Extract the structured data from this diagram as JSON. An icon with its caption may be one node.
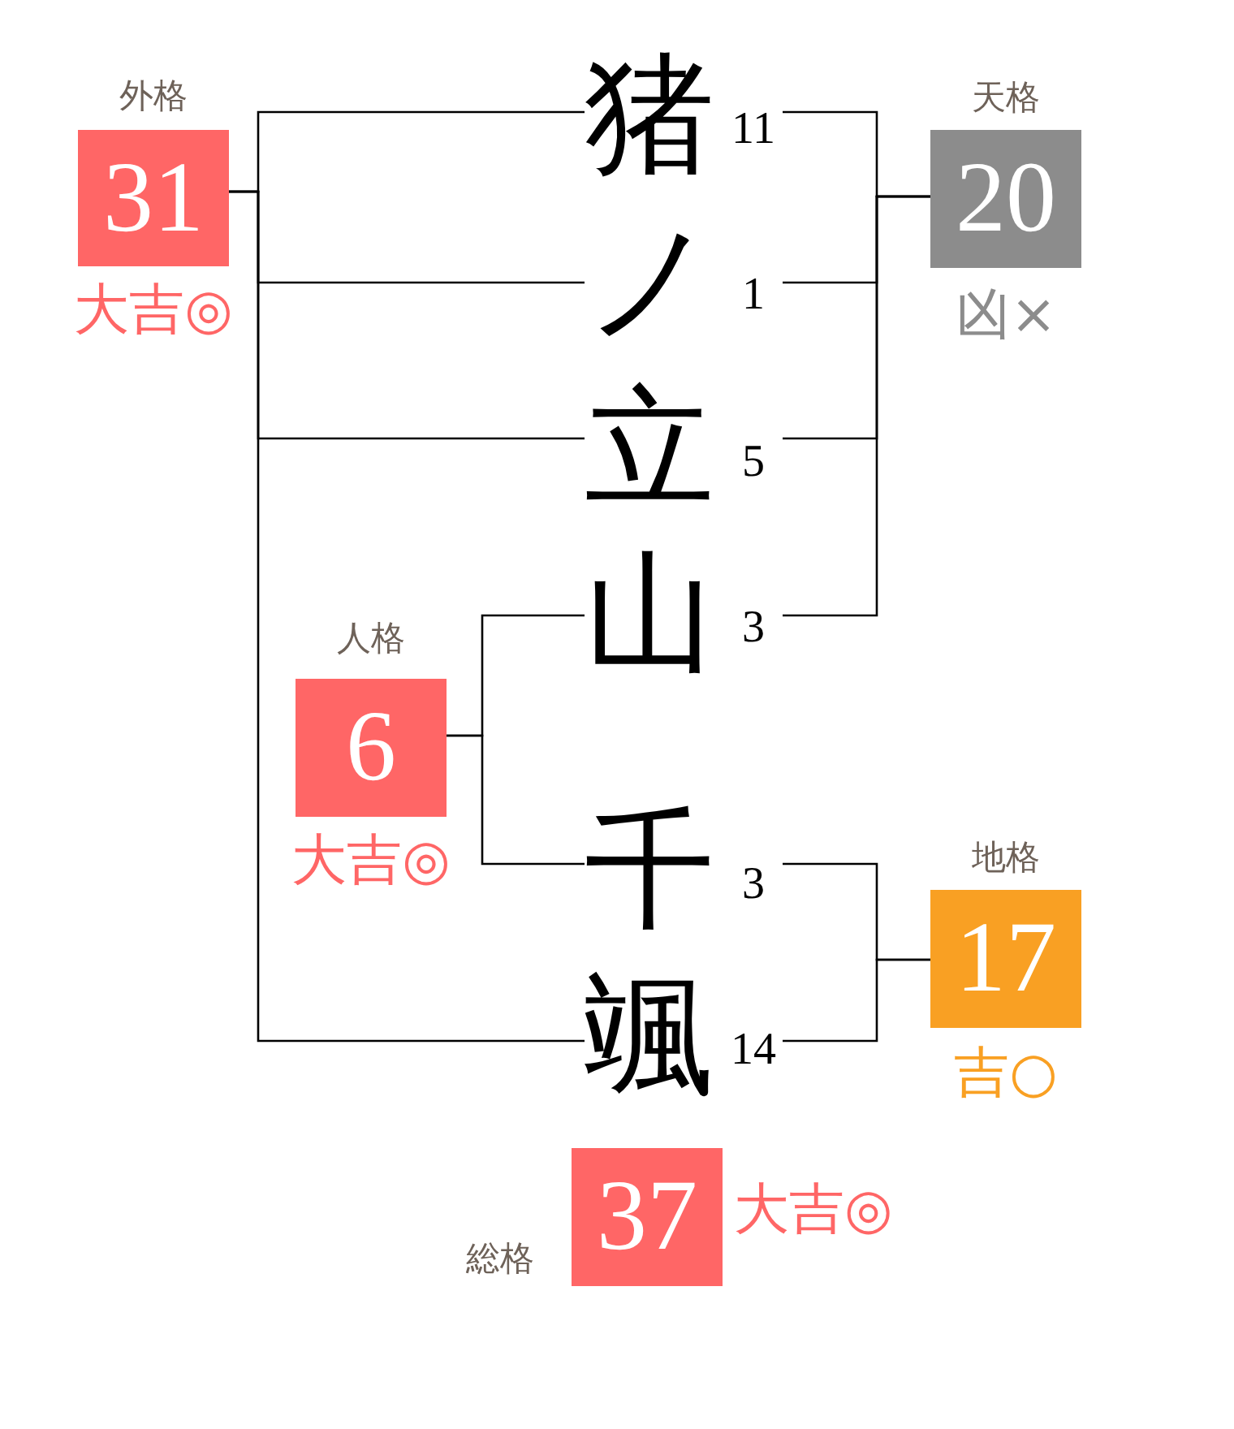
{
  "diagram": {
    "nodes": [
      {
        "text": [
          "外格",
          "31"
        ],
        "beside": [
          "大吉◎"
        ]
      },
      {
        "text": [
          "猪"
        ],
        "beside": [
          "11"
        ]
      },
      {
        "text": [
          "天格",
          "20"
        ],
        "beside": [
          "凶×"
        ]
      },
      {
        "text": [
          "ノ"
        ],
        "beside": [
          "1"
        ]
      },
      {
        "text": [
          "立"
        ],
        "beside": [
          "5"
        ]
      },
      {
        "text": [
          "山"
        ],
        "beside": [
          "3"
        ]
      },
      {
        "text": [
          "人格",
          "6"
        ],
        "beside": [
          "大吉◎"
        ]
      },
      {
        "text": [
          "千"
        ],
        "beside": [
          "3"
        ]
      },
      {
        "text": [
          "地格",
          "17"
        ],
        "beside": [
          "吉○"
        ]
      },
      {
        "text": [
          "颯"
        ],
        "beside": [
          "14"
        ]
      },
      {
        "text": [
          "総格",
          "37"
        ],
        "beside": [
          "大吉◎"
        ]
      }
    ],
    "edges": [
      {
        "from": 0,
        "to": 1,
        "arrow": "none"
      },
      {
        "from": 0,
        "to": 3,
        "arrow": "none"
      },
      {
        "from": 0,
        "to": 4,
        "arrow": "none"
      },
      {
        "from": 0,
        "to": 9,
        "arrow": "none"
      },
      {
        "from": 2,
        "to": 1,
        "arrow": "none"
      },
      {
        "from": 2,
        "to": 3,
        "arrow": "none"
      },
      {
        "from": 2,
        "to": 4,
        "arrow": "none"
      },
      {
        "from": 2,
        "to": 5,
        "arrow": "none"
      },
      {
        "from": 6,
        "to": 5,
        "arrow": "none"
      },
      {
        "from": 6,
        "to": 7,
        "arrow": "none"
      },
      {
        "from": 8,
        "to": 7,
        "arrow": "none"
      },
      {
        "from": 8,
        "to": 9,
        "arrow": "none"
      }
    ]
  }
}
